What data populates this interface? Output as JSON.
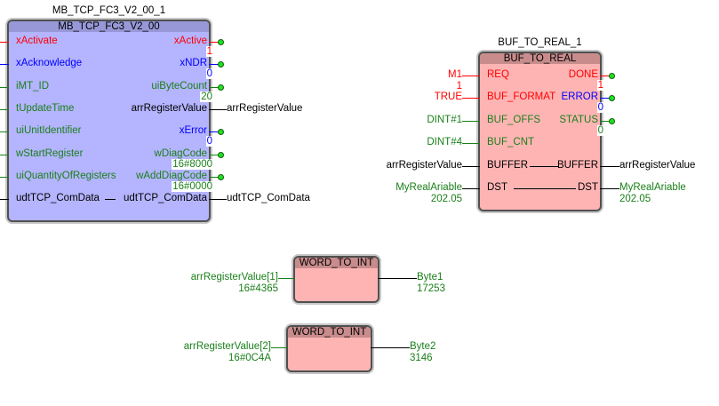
{
  "colors": {
    "red": "#ff0000",
    "blue": "#0000ff",
    "green": "#1a7f1a",
    "black": "#000000",
    "fb_blue": "#b4b4ff",
    "fb_blue_header": "#9898d8",
    "fb_pink": "#ffb4b4",
    "fb_pink_header": "#c88c8c"
  },
  "blocks": [
    {
      "instance": "MB_TCP_FC3_V2_00_1",
      "type": "MB_TCP_FC3_V2_00",
      "fill": "fb_blue",
      "header": "fb_blue_header",
      "inputs": [
        {
          "label": "xActivate",
          "color": "red"
        },
        {
          "label": "xAcknowledge",
          "color": "blue"
        },
        {
          "label": "iMT_ID",
          "color": "green"
        },
        {
          "label": "tUpdateTime",
          "color": "green"
        },
        {
          "label": "uiUnitIdentifier",
          "color": "green"
        },
        {
          "label": "wStartRegister",
          "color": "green"
        },
        {
          "label": "uiQuantityOfRegisters",
          "color": "green"
        },
        {
          "label": "udtTCP_ComData",
          "color": "black"
        }
      ],
      "outputs": [
        {
          "label": "xActive",
          "color": "red",
          "value": "1",
          "dot": true
        },
        {
          "label": "xNDR",
          "color": "blue",
          "value": "0",
          "dot": true
        },
        {
          "label": "uiByteCount",
          "color": "green",
          "value": "20",
          "dot": true
        },
        {
          "label": "arrRegisterValue",
          "color": "black",
          "arg": "arrRegisterValue",
          "argColor": "black"
        },
        {
          "label": "xError",
          "color": "blue",
          "value": "0",
          "dot": true
        },
        {
          "label": "wDiagCode",
          "color": "green",
          "value": "16#8000",
          "dot": true
        },
        {
          "label": "wAddDiagCode",
          "color": "green",
          "value": "16#0000",
          "dot": true
        },
        {
          "label": "udtTCP_ComData",
          "color": "black",
          "arg": "udtTCP_ComData",
          "argColor": "black"
        }
      ]
    },
    {
      "instance": "BUF_TO_REAL_1",
      "type": "BUF_TO_REAL",
      "fill": "fb_pink",
      "header": "fb_pink_header",
      "inputs": [
        {
          "label": "REQ",
          "color": "red",
          "arg": "M1",
          "argColor": "red",
          "value": "1",
          "valueColor": "red"
        },
        {
          "label": "BUF_FORMAT",
          "color": "red",
          "arg": "TRUE",
          "argColor": "red"
        },
        {
          "label": "BUF_OFFS",
          "color": "green",
          "arg": "DINT#1",
          "argColor": "green"
        },
        {
          "label": "BUF_CNT",
          "color": "green",
          "arg": "DINT#4",
          "argColor": "green"
        },
        {
          "label": "BUFFER",
          "color": "black",
          "arg": "arrRegisterValue",
          "argColor": "black"
        },
        {
          "label": "DST",
          "color": "black",
          "arg": "MyRealAriable",
          "argColor": "green",
          "value": "202.05",
          "valueColor": "green"
        }
      ],
      "outputs": [
        {
          "label": "DONE",
          "color": "red",
          "value": "1",
          "valueColor": "red",
          "dot": true
        },
        {
          "label": "ERROR",
          "color": "blue",
          "value": "0",
          "valueColor": "blue",
          "dot": true
        },
        {
          "label": "STATUS",
          "color": "green",
          "value": "0",
          "valueColor": "green",
          "dot": true
        },
        null,
        {
          "label": "BUFFER",
          "color": "black",
          "arg": "arrRegisterValue",
          "argColor": "black"
        },
        {
          "label": "DST",
          "color": "black",
          "arg": "MyRealAriable",
          "argColor": "green",
          "value": "202.05",
          "valueColor": "green"
        }
      ]
    },
    {
      "instance": "",
      "type": "WORD_TO_INT",
      "fill": "fb_pink",
      "header": "fb_pink_header",
      "inputs": [
        {
          "label": "",
          "color": "green",
          "arg": "arrRegisterValue[1]",
          "argColor": "green",
          "value": "16#4365",
          "valueColor": "green"
        }
      ],
      "outputs": [
        {
          "label": "",
          "color": "black",
          "arg": "Byte1",
          "argColor": "green",
          "value": "17253",
          "valueColor": "green"
        }
      ]
    },
    {
      "instance": "",
      "type": "WORD_TO_INT",
      "fill": "fb_pink",
      "header": "fb_pink_header",
      "inputs": [
        {
          "label": "",
          "color": "green",
          "arg": "arrRegisterValue[2]",
          "argColor": "green",
          "value": "16#0C4A",
          "valueColor": "green"
        }
      ],
      "outputs": [
        {
          "label": "",
          "color": "black",
          "arg": "Byte2",
          "argColor": "green",
          "value": "3146",
          "valueColor": "green"
        }
      ]
    }
  ]
}
